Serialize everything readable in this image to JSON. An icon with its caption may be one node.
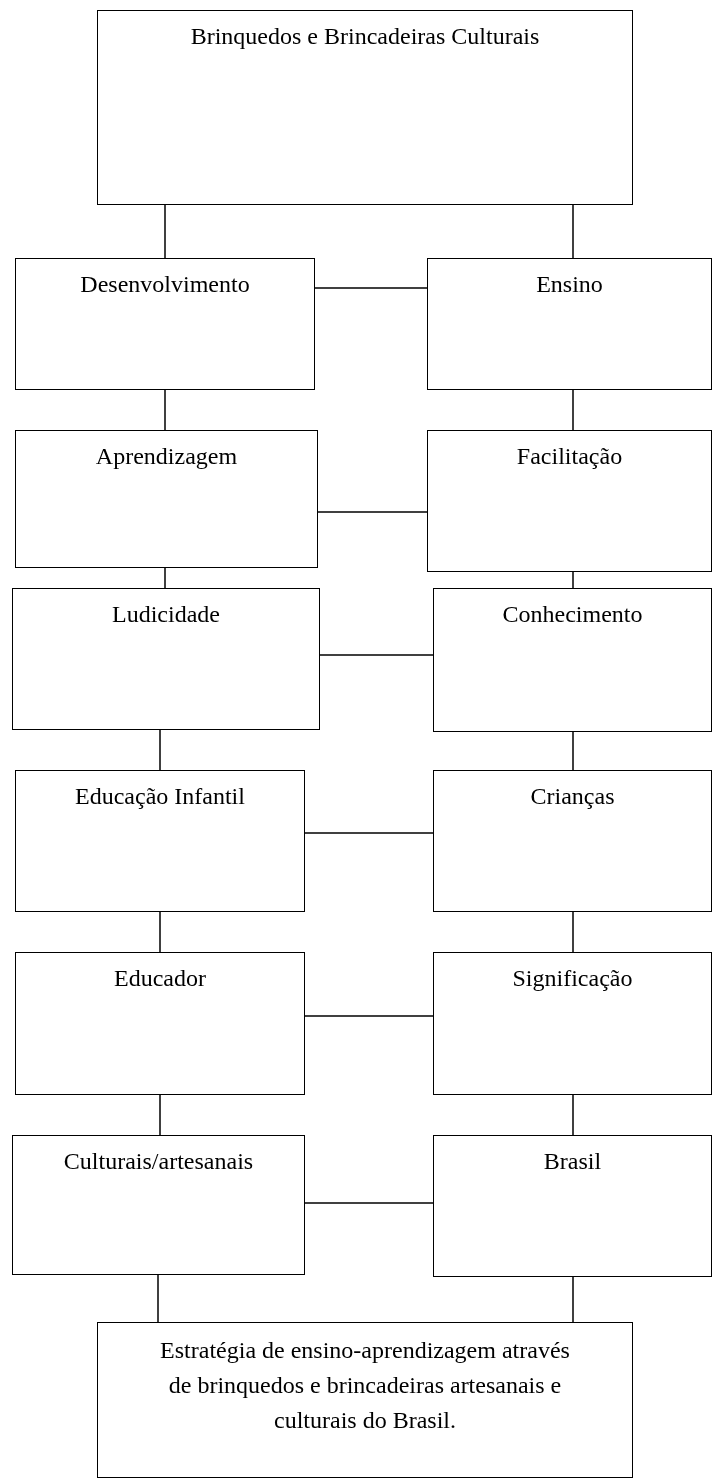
{
  "diagram": {
    "nodes": [
      {
        "text": [
          "Brinquedos e Brincadeiras Culturais"
        ]
      },
      {
        "text": [
          "Desenvolvimento"
        ]
      },
      {
        "text": [
          "Ensino"
        ]
      },
      {
        "text": [
          "Aprendizagem"
        ]
      },
      {
        "text": [
          "Facilitação"
        ]
      },
      {
        "text": [
          "Ludicidade"
        ]
      },
      {
        "text": [
          "Conhecimento"
        ]
      },
      {
        "text": [
          "Educação Infantil"
        ]
      },
      {
        "text": [
          "Crianças"
        ]
      },
      {
        "text": [
          "Educador"
        ]
      },
      {
        "text": [
          "Significação"
        ]
      },
      {
        "text": [
          "Culturais/artesanais"
        ]
      },
      {
        "text": [
          "Brasil"
        ]
      },
      {
        "text": [
          "Estratégia de ensino-aprendizagem através de brinquedos e brincadeiras artesanais e culturais do Brasil."
        ]
      }
    ],
    "edges": [
      {
        "from": 0,
        "to": 1,
        "arrow": "none"
      },
      {
        "from": 0,
        "to": 2,
        "arrow": "none"
      },
      {
        "from": 1,
        "to": 2,
        "arrow": "none"
      },
      {
        "from": 1,
        "to": 3,
        "arrow": "none"
      },
      {
        "from": 2,
        "to": 4,
        "arrow": "none"
      },
      {
        "from": 3,
        "to": 4,
        "arrow": "none"
      },
      {
        "from": 3,
        "to": 5,
        "arrow": "none"
      },
      {
        "from": 4,
        "to": 6,
        "arrow": "none"
      },
      {
        "from": 5,
        "to": 6,
        "arrow": "none"
      },
      {
        "from": 5,
        "to": 7,
        "arrow": "none"
      },
      {
        "from": 6,
        "to": 8,
        "arrow": "none"
      },
      {
        "from": 7,
        "to": 8,
        "arrow": "none"
      },
      {
        "from": 7,
        "to": 9,
        "arrow": "none"
      },
      {
        "from": 8,
        "to": 10,
        "arrow": "none"
      },
      {
        "from": 9,
        "to": 10,
        "arrow": "none"
      },
      {
        "from": 9,
        "to": 11,
        "arrow": "none"
      },
      {
        "from": 10,
        "to": 12,
        "arrow": "none"
      },
      {
        "from": 11,
        "to": 12,
        "arrow": "none"
      },
      {
        "from": 11,
        "to": 13,
        "arrow": "none"
      },
      {
        "from": 12,
        "to": 13,
        "arrow": "none"
      }
    ]
  }
}
